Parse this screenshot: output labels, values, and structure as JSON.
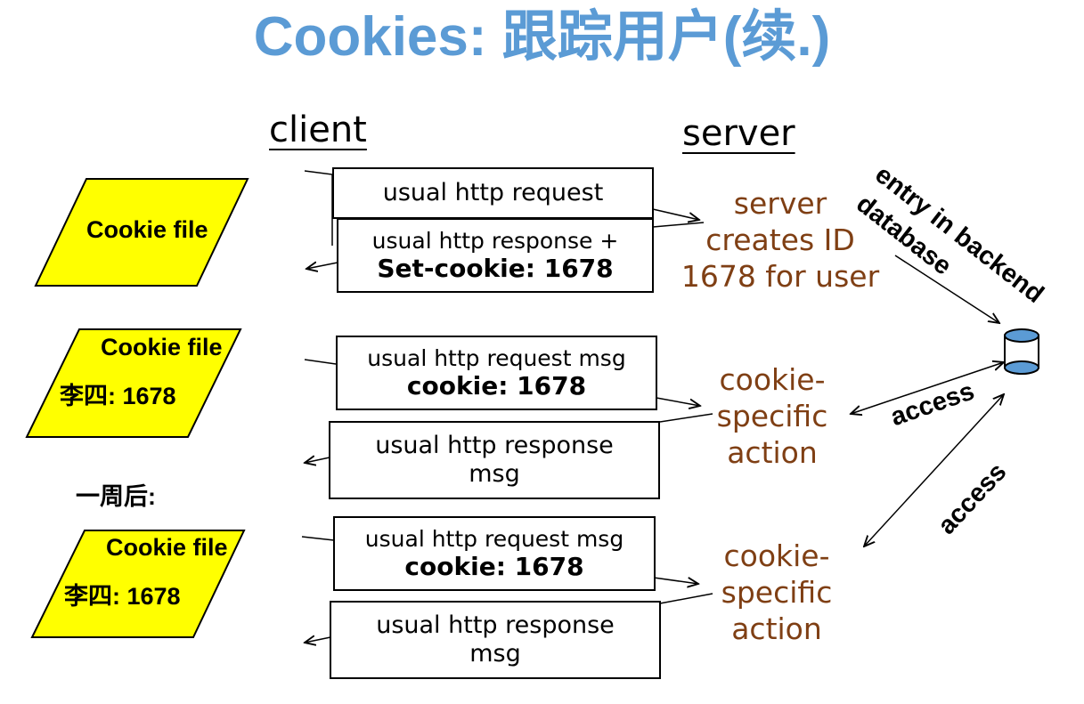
{
  "title": "Cookies: 跟踪用户(续.)",
  "columns": {
    "client": "client",
    "server": "server"
  },
  "cookie_files": [
    {
      "label": "Cookie file",
      "entry": ""
    },
    {
      "label": "Cookie file",
      "entry": "李四: 1678"
    },
    {
      "label": "Cookie file",
      "entry": "李四: 1678"
    }
  ],
  "week_later": "一周后:",
  "messages": {
    "m1": {
      "line1": "usual http request"
    },
    "m2": {
      "line1": "usual http response +",
      "line2": "Set-cookie: 1678"
    },
    "m3": {
      "line1": "usual http request msg",
      "line2": "cookie: 1678"
    },
    "m4": {
      "line1": "usual http response",
      "line2": "msg"
    },
    "m5": {
      "line1": "usual http request msg",
      "line2": "cookie: 1678"
    },
    "m6": {
      "line1": "usual http response",
      "line2": "msg"
    }
  },
  "server_notes": {
    "creates": [
      "server",
      "creates ID",
      "1678 for user"
    ],
    "action1": [
      "cookie-",
      "specific",
      "action"
    ],
    "action2": [
      "cookie-",
      "specific",
      "action"
    ]
  },
  "database": {
    "entry_line1": "entry in backend",
    "entry_line2": "database",
    "access1": "access",
    "access2": "access"
  },
  "colors": {
    "title": "#5b9bd5",
    "cookie_file_fill": "#ffff00",
    "server_note": "#7f3f14",
    "database_fill": "#5b9bd5"
  }
}
